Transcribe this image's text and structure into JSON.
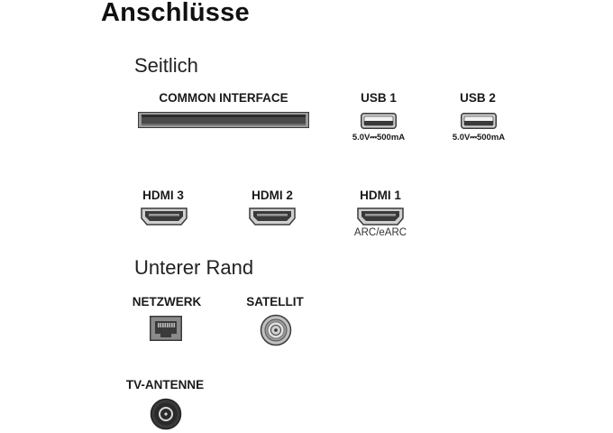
{
  "title": "Anschlüsse",
  "sections": {
    "side": "Seitlich",
    "bottom": "Unterer Rand"
  },
  "ports": {
    "common_interface": {
      "label": "COMMON INTERFACE"
    },
    "usb1": {
      "label": "USB 1",
      "rating": "5.0V⎓500mA"
    },
    "usb2": {
      "label": "USB 2",
      "rating": "5.0V⎓500mA"
    },
    "hdmi3": {
      "label": "HDMI 3"
    },
    "hdmi2": {
      "label": "HDMI 2"
    },
    "hdmi1": {
      "label": "HDMI 1",
      "note": "ARC/eARC"
    },
    "network": {
      "label": "NETZWERK"
    },
    "satellite": {
      "label": "SATELLIT"
    },
    "antenna": {
      "label": "TV-ANTENNE"
    }
  },
  "colors": {
    "port_dark": "#3a3a3a",
    "port_mid": "#8a8a8a",
    "port_light": "#d8d8d8"
  }
}
